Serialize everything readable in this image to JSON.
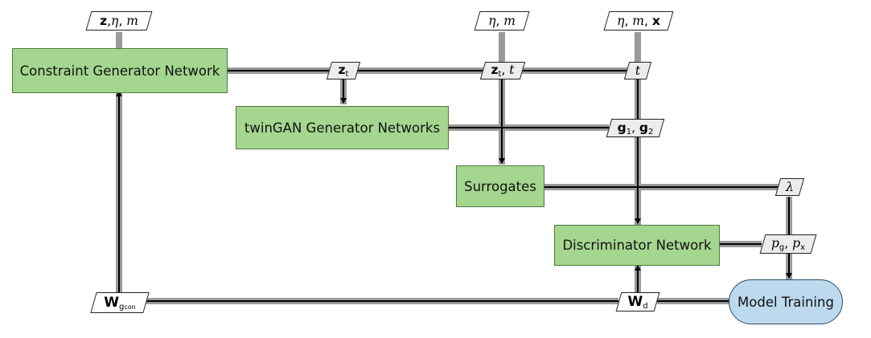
{
  "nodes": {
    "constraint_generator": "Constraint Generator Network",
    "twingan_generators": "twinGAN Generator Networks",
    "surrogates": "Surrogates",
    "discriminator": "Discriminator Network",
    "model_training": "Model Training"
  },
  "inputs": {
    "cg_inputs": [
      "z",
      "η",
      "m"
    ],
    "surrogate_inputs": [
      "η",
      "m"
    ],
    "discriminator_inputs": [
      "η",
      "m",
      "x"
    ]
  },
  "labels": {
    "zt": {
      "main": "z",
      "sub": "t"
    },
    "zt_t": {
      "main": "z",
      "sub": "t",
      "extra": "t"
    },
    "t": "t",
    "g": {
      "g1": "g",
      "g1_sub": "1",
      "g2": "g",
      "g2_sub": "2"
    },
    "lambda": "λ",
    "p": {
      "pg": "p",
      "pg_sub": "g",
      "px": "p",
      "px_sub": "x"
    },
    "wd": {
      "main": "W",
      "sub": "d"
    },
    "wgcon": {
      "main": "W",
      "sub": "g",
      "subsub": "con"
    }
  },
  "colors": {
    "node_fill": "#a4d68f",
    "training_fill": "#bcd9ee",
    "wire_gray": "#9a9a9a",
    "tag_fill": "#ececec"
  }
}
